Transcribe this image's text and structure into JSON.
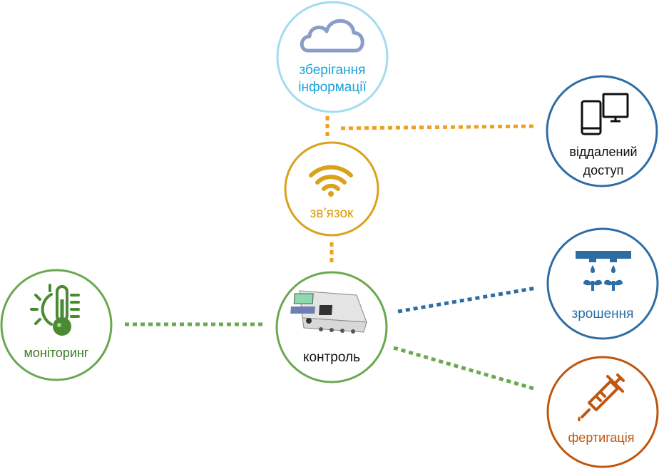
{
  "nodes": {
    "storage": {
      "label_line1": "зберігання",
      "label_line2": "інформації",
      "icon": "cloud-icon",
      "color": "#a3dcef",
      "text_color": "#1aa3da"
    },
    "remote": {
      "label_line1": "віддалений",
      "label_line2": "доступ",
      "icon": "devices-icon",
      "color": "#2e6da4",
      "text_color": "#111111"
    },
    "connection": {
      "label": "зв’язок",
      "icon": "wifi-icon",
      "color": "#d9a21a",
      "text_color": "#d99a0a"
    },
    "monitoring": {
      "label": "моніторинг",
      "icon": "thermometer-sun-icon",
      "color": "#6aa84f",
      "text_color": "#3f7a2a"
    },
    "control": {
      "label": "контроль",
      "icon": "controller-device-icon",
      "color": "#6aa84f",
      "text_color": "#111111"
    },
    "irrigation": {
      "label": "зрошення",
      "icon": "sprinkler-icon",
      "color": "#2e6da4",
      "text_color": "#2e6da4"
    },
    "fertigation": {
      "label": "фертигація",
      "icon": "syringe-icon",
      "color": "#c0560f",
      "text_color": "#c0560f"
    }
  },
  "connector_colors": {
    "orange": "#f0a020",
    "green": "#6aa84f",
    "blue": "#2e6da4"
  }
}
